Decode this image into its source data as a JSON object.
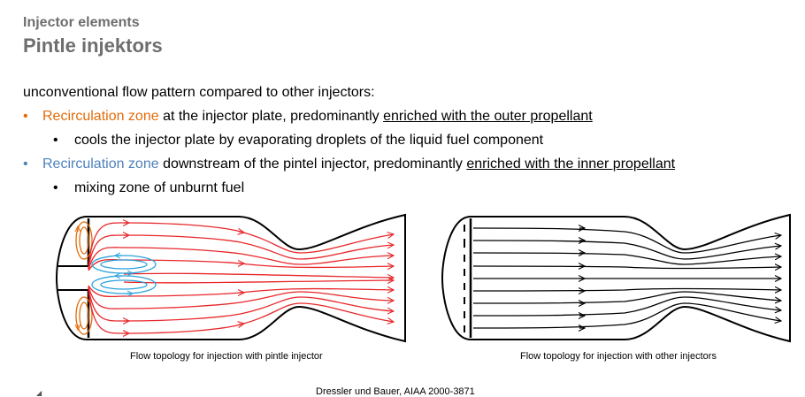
{
  "header": {
    "kicker": "Injector elements",
    "title": "Pintle injektors"
  },
  "content": {
    "intro": "unconventional flow pattern compared to other injectors:",
    "bullets": [
      {
        "marker": "•",
        "highlight": "Recirculation zone",
        "middle": " at the injector plate, predominantly ",
        "underlined": "enriched with the outer propellant",
        "sub": {
          "marker": "•",
          "text": "cools the injector plate by evaporating droplets of the liquid fuel component"
        }
      },
      {
        "marker": "•",
        "highlight": "Recirculation zone",
        "middle": " downstream of the pintel injector, predominantly ",
        "underlined": "enriched with the inner propellant",
        "sub": {
          "marker": "•",
          "text": "mixing zone of unburnt fuel"
        }
      }
    ]
  },
  "figures": {
    "left_caption": "Flow topology for injection with pintle injector",
    "right_caption": "Flow topology for injection with other injectors"
  },
  "footer": {
    "credit": "Dressler und Bauer, AIAA 2000-3871",
    "corner_mark": "◢"
  },
  "colors": {
    "outer_recirculation": "#e36c0a",
    "inner_recirculation": "#29a3dc",
    "pintle_flow": "#e8272a",
    "other_flow": "#000000",
    "heading_gray": "#6e6e6e"
  }
}
